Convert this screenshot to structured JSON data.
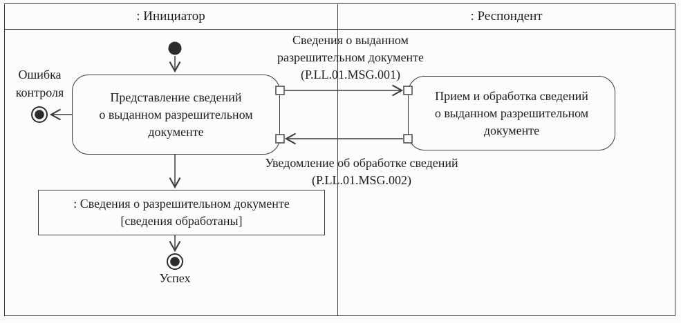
{
  "diagram_type": "uml-activity-swimlane",
  "colors": {
    "line": "#3a3a3a",
    "background": "#fcfcfa",
    "node_fill": "#2b2b2b"
  },
  "lanes": {
    "initiator": ": Инициатор",
    "respondent": ": Респондент"
  },
  "activities": {
    "initiator": "Представление сведений\nо выданном разрешительном\nдокументе",
    "respondent": "Прием и обработка сведений\nо выданном разрешительном\nдокументе"
  },
  "messages": {
    "request": "Сведения о выданном\nразрешительном документе\n(P.LL.01.MSG.001)",
    "response": "Уведомление об обработке сведений\n(P.LL.01.MSG.002)"
  },
  "outcomes": {
    "error": "Ошибка\nконтроля",
    "success": "Успех"
  },
  "object_node": ": Сведения о разрешительном документе\n[сведения обработаны]"
}
